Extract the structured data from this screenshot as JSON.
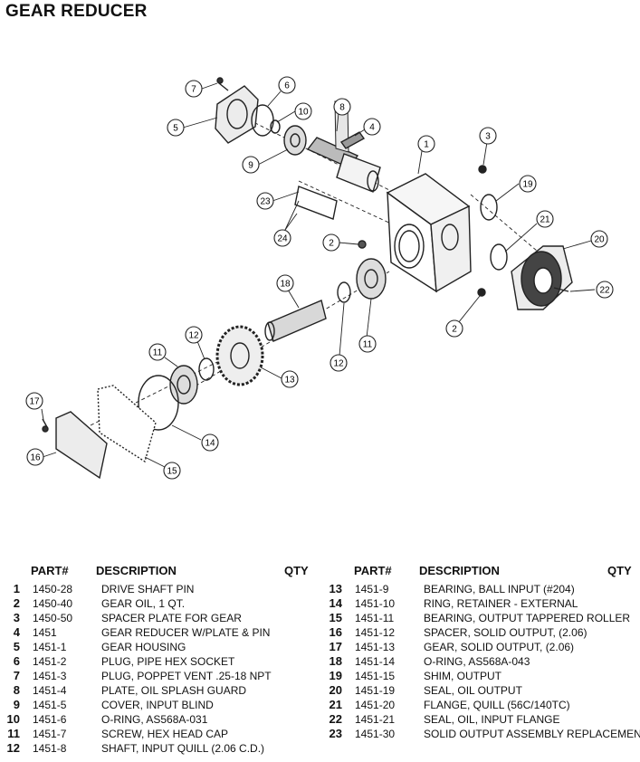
{
  "title": "GEAR REDUCER",
  "columns": {
    "part": "PART#",
    "description": "DESCRIPTION",
    "qty": "QTY"
  },
  "callouts": [
    "7",
    "6",
    "5",
    "10",
    "8",
    "4",
    "9",
    "1",
    "3",
    "23",
    "19",
    "24",
    "2",
    "21",
    "20",
    "22",
    "18",
    "2",
    "12",
    "11",
    "11",
    "13",
    "12",
    "17",
    "14",
    "16",
    "15"
  ],
  "parts_left": [
    {
      "item": "1",
      "part": "1450-28",
      "desc": "DRIVE SHAFT PIN"
    },
    {
      "item": "2",
      "part": "1450-40",
      "desc": "GEAR OIL, 1 QT."
    },
    {
      "item": "3",
      "part": "1450-50",
      "desc": "SPACER PLATE FOR GEAR"
    },
    {
      "item": "4",
      "part": "1451",
      "desc": "GEAR REDUCER W/PLATE & PIN"
    },
    {
      "item": "5",
      "part": "1451-1",
      "desc": "GEAR HOUSING"
    },
    {
      "item": "6",
      "part": "1451-2",
      "desc": "PLUG, PIPE HEX SOCKET"
    },
    {
      "item": "7",
      "part": "1451-3",
      "desc": "PLUG, POPPET VENT .25-18 NPT"
    },
    {
      "item": "8",
      "part": "1451-4",
      "desc": "PLATE, OIL SPLASH GUARD"
    },
    {
      "item": "9",
      "part": "1451-5",
      "desc": "COVER, INPUT BLIND"
    },
    {
      "item": "10",
      "part": "1451-6",
      "desc": "O-RING, AS568A-031"
    },
    {
      "item": "11",
      "part": "1451-7",
      "desc": "SCREW, HEX HEAD CAP"
    },
    {
      "item": "12",
      "part": "1451-8",
      "desc": "SHAFT, INPUT QUILL (2.06 C.D.)"
    }
  ],
  "parts_right": [
    {
      "item": "13",
      "part": "1451-9",
      "desc": "BEARING, BALL INPUT (#204)"
    },
    {
      "item": "14",
      "part": "1451-10",
      "desc": "RING, RETAINER - EXTERNAL"
    },
    {
      "item": "15",
      "part": "1451-11",
      "desc": "BEARING, OUTPUT TAPPERED ROLLER"
    },
    {
      "item": "16",
      "part": "1451-12",
      "desc": "SPACER, SOLID OUTPUT, (2.06)"
    },
    {
      "item": "17",
      "part": "1451-13",
      "desc": "GEAR, SOLID OUTPUT, (2.06)"
    },
    {
      "item": "18",
      "part": "1451-14",
      "desc": "O-RING, AS568A-043"
    },
    {
      "item": "19",
      "part": "1451-15",
      "desc": "SHIM, OUTPUT"
    },
    {
      "item": "20",
      "part": "1451-19",
      "desc": "SEAL, OIL OUTPUT"
    },
    {
      "item": "21",
      "part": "1451-20",
      "desc": "FLANGE, QUILL (56C/140TC)"
    },
    {
      "item": "22",
      "part": "1451-21",
      "desc": "SEAL, OIL, INPUT FLANGE"
    },
    {
      "item": "23",
      "part": "1451-30",
      "desc": "SOLID OUTPUT ASSEMBLY REPLACEMENT"
    }
  ]
}
